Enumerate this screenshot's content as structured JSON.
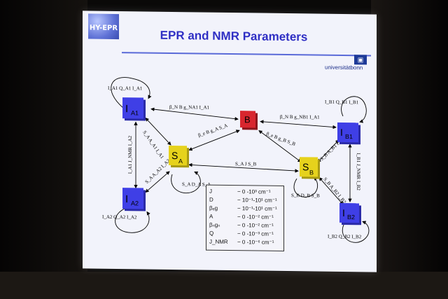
{
  "slide": {
    "title": "EPR and NMR Parameters",
    "logo_left_text": "HY-EPR",
    "university_text": "universitätbonn"
  },
  "nodes": {
    "IA1": "I",
    "IA1_sub": "A1",
    "IA2": "I",
    "IA2_sub": "A2",
    "SA": "S",
    "SA_sub": "A",
    "B": "B",
    "SB": "S",
    "SB_sub": "B",
    "IB1": "I",
    "IB1_sub": "B1",
    "IB2": "I",
    "IB2_sub": "B2"
  },
  "edges": {
    "IA1_self": "I_A1 Q_A1 I_A1",
    "IA2_self": "I_A2 Q_A2 I_A2",
    "SA_self": "S_A D_A S_A",
    "SB_self": "S_B D_B S_B",
    "IB1_self": "I_B1 Q_B1 I_B1",
    "IB2_self": "I_B2 Q_B2 I_B2",
    "B_IA1": "β_N B g_NA1 I_A1",
    "B_IB1": "β_N B g_NB1 I_A1",
    "B_SA": "β_e B g_A S_A",
    "B_SB": "β_e B g_B S_B",
    "SA_SB": "S_A J S_B",
    "IA1_SA": "S_A A_A1 I_A1",
    "IA2_SA": "S_A A_A2 I_A2",
    "IA1_IA2": "I_A1 J_NMR I_A2",
    "SB_IB1": "S_B A_B1 I_B1",
    "SB_IB2": "S_B A_B2 I_B2",
    "IB1_IB2": "I_B1 J_NMR I_B2"
  },
  "parameters": [
    {
      "symbol": "J",
      "value": "~ 0  -10³ cm⁻¹"
    },
    {
      "symbol": "D",
      "value": "~ 10⁻¹-10¹ cm⁻¹"
    },
    {
      "symbol": "βₑg",
      "value": "~ 10⁻¹-10¹ cm⁻¹"
    },
    {
      "symbol": "A",
      "value": "~ 0  -10⁻² cm⁻¹"
    },
    {
      "symbol": "βₙgₙ",
      "value": "~ 0  -10⁻² cm⁻¹"
    },
    {
      "symbol": "Q",
      "value": "~ 0  -10⁻³ cm⁻¹"
    },
    {
      "symbol": "J_NMR",
      "value": "~ 0  -10⁻⁶ cm⁻¹"
    }
  ],
  "colors": {
    "nuclear_node": "#3f3fe6",
    "electron_node": "#e6d21c",
    "field_node": "#d8262e",
    "title": "#2f2fc4"
  }
}
